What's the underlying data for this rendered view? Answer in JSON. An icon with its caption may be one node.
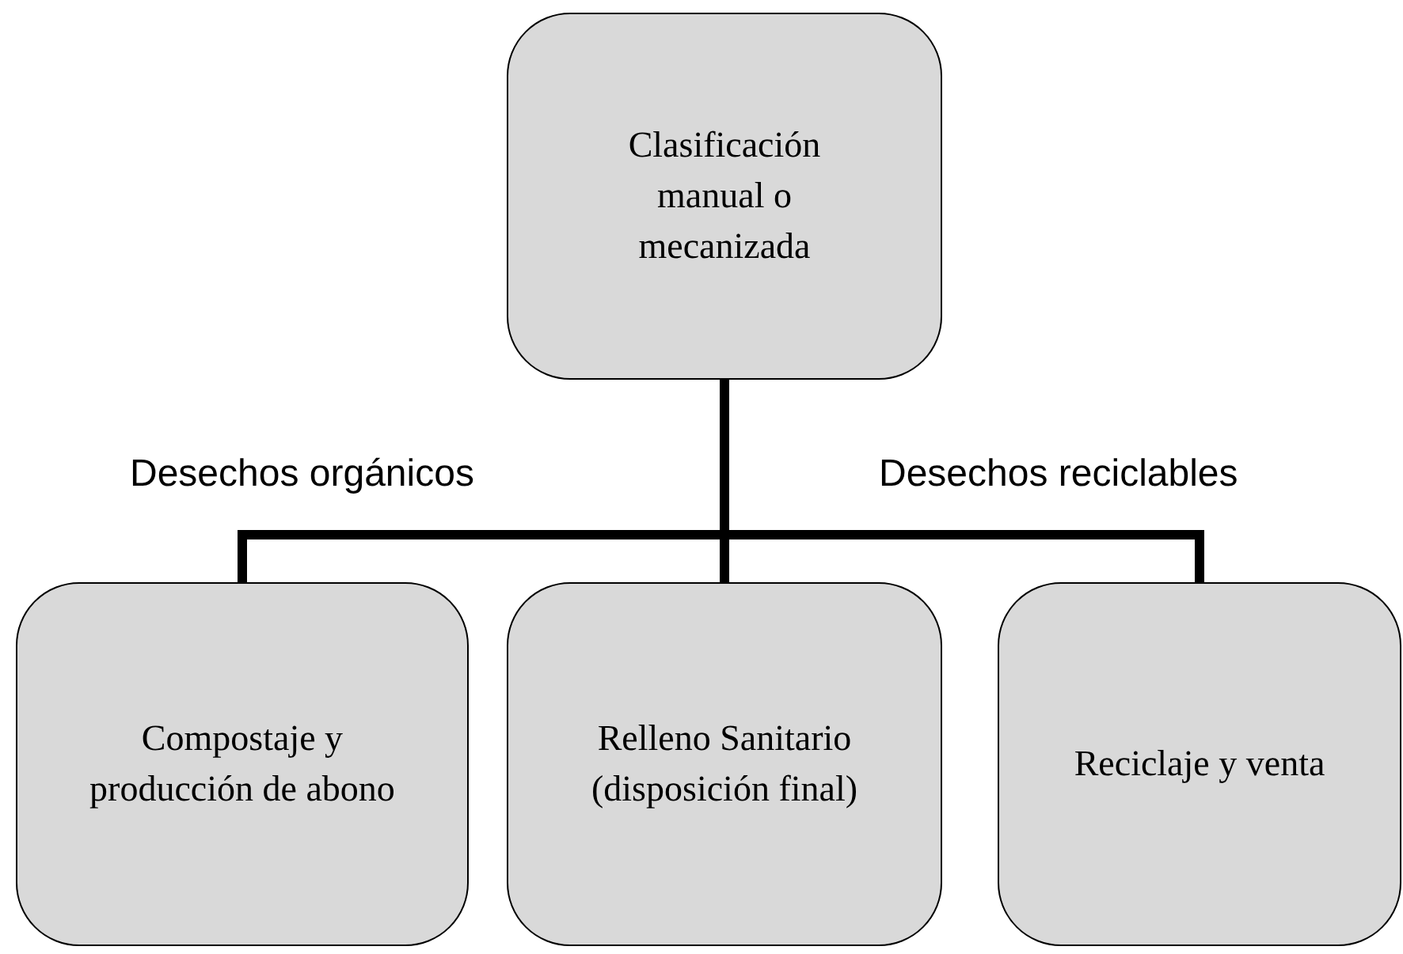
{
  "diagram": {
    "nodes": [
      {
        "text": [
          "Clasificación manual o mecanizada"
        ]
      },
      {
        "text": [
          "Compostaje y producción de abono"
        ]
      },
      {
        "text": [
          "Relleno Sanitario (disposición final)"
        ]
      },
      {
        "text": [
          "Reciclaje y venta"
        ]
      }
    ],
    "edges": [
      {
        "from": 0,
        "to": 1,
        "arrow": "none",
        "label": "Desechos orgánicos"
      },
      {
        "from": 0,
        "to": 2,
        "arrow": "none"
      },
      {
        "from": 0,
        "to": 3,
        "arrow": "none",
        "label": "Desechos reciclables"
      }
    ]
  }
}
